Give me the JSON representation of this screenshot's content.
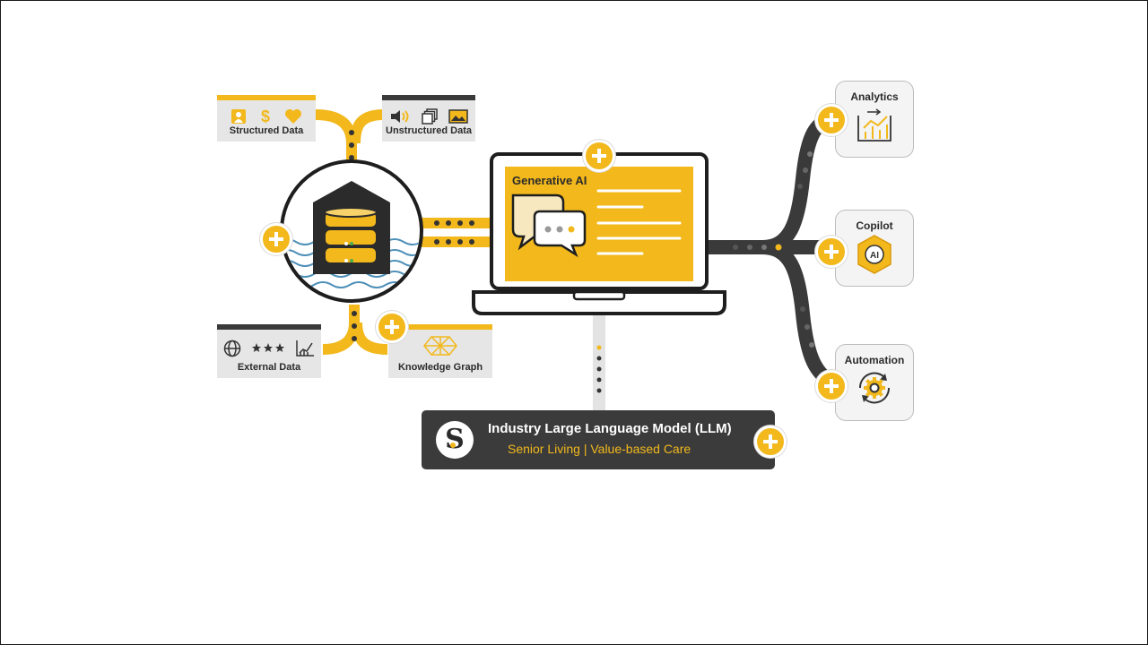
{
  "inputs": {
    "structured": {
      "label": "Structured Data",
      "icons": [
        "person-icon",
        "dollar-icon",
        "heart-icon"
      ]
    },
    "unstructured": {
      "label": "Unstructured Data",
      "icons": [
        "speaker-icon",
        "document-stack-icon",
        "image-icon"
      ]
    },
    "external": {
      "label": "External Data",
      "icons": [
        "globe-icon",
        "stars-icon",
        "chart-icon"
      ]
    },
    "knowledge": {
      "label": "Knowledge Graph",
      "icons": [
        "graph-icon"
      ]
    }
  },
  "center": {
    "title": "Generative AI"
  },
  "llm": {
    "title": "Industry Large Language Model (LLM)",
    "subtitle": "Senior Living | Value-based Care",
    "logo": "S"
  },
  "outputs": [
    {
      "label": "Analytics",
      "icon": "analytics-icon"
    },
    {
      "label": "Copilot",
      "icon": "copilot-icon",
      "badge": "AI"
    },
    {
      "label": "Automation",
      "icon": "automation-icon"
    }
  ],
  "colors": {
    "accent": "#f2b81c",
    "dark": "#3b3b3b",
    "card": "#e6e6e6",
    "line": "#2f2f2f"
  }
}
